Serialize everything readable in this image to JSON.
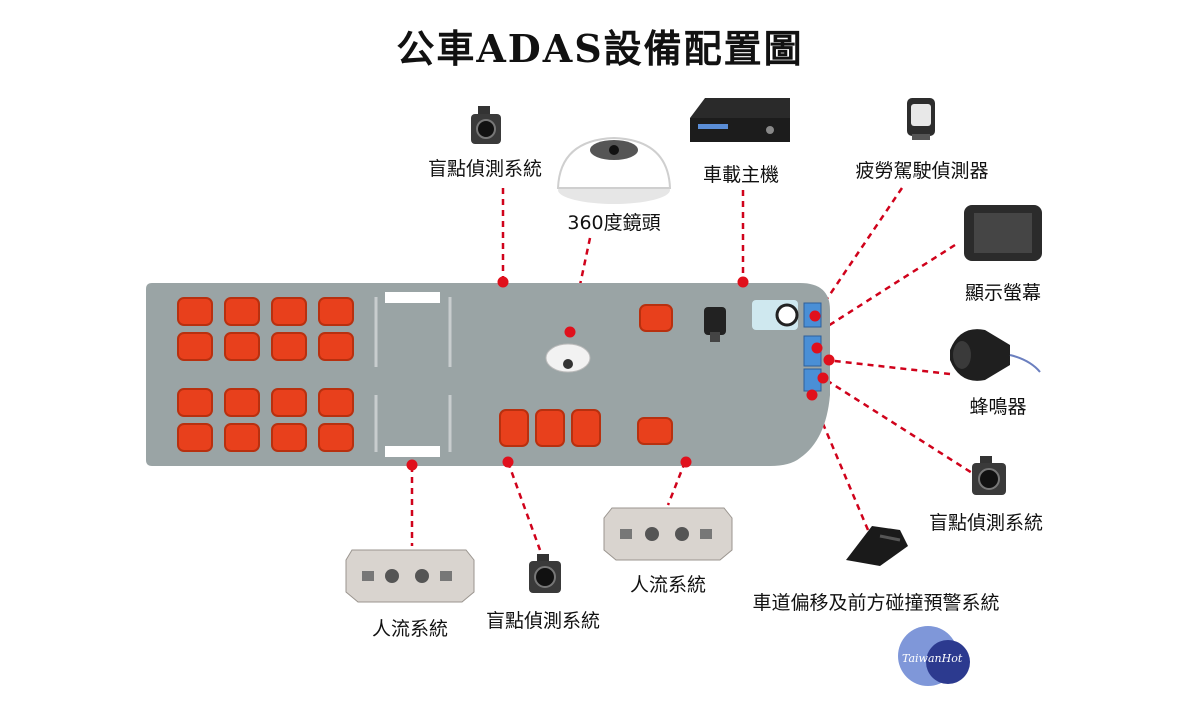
{
  "title": "公車ADAS設備配置圖",
  "labels": {
    "blind_spot_top": "盲點偵測系統",
    "camera_360": "360度鏡頭",
    "host_unit": "車載主機",
    "fatigue_detector": "疲勞駕駛偵測器",
    "display": "顯示螢幕",
    "buzzer": "蜂鳴器",
    "blind_spot_right": "盲點偵測系統",
    "lane_collision": "車道偏移及前方碰撞預警系統",
    "people_flow_left": "人流系統",
    "blind_spot_bottom": "盲點偵測系統",
    "people_flow_mid": "人流系統"
  },
  "logo_text": "TaiwanHot",
  "colors": {
    "bus_body": "#9aa4a5",
    "seat": "#e8401c",
    "leader_line": "#d0021b",
    "accent_blue": "#4a8fd6",
    "logo_circle": "#7f97d9",
    "logo_dark": "#2c3a8f"
  }
}
